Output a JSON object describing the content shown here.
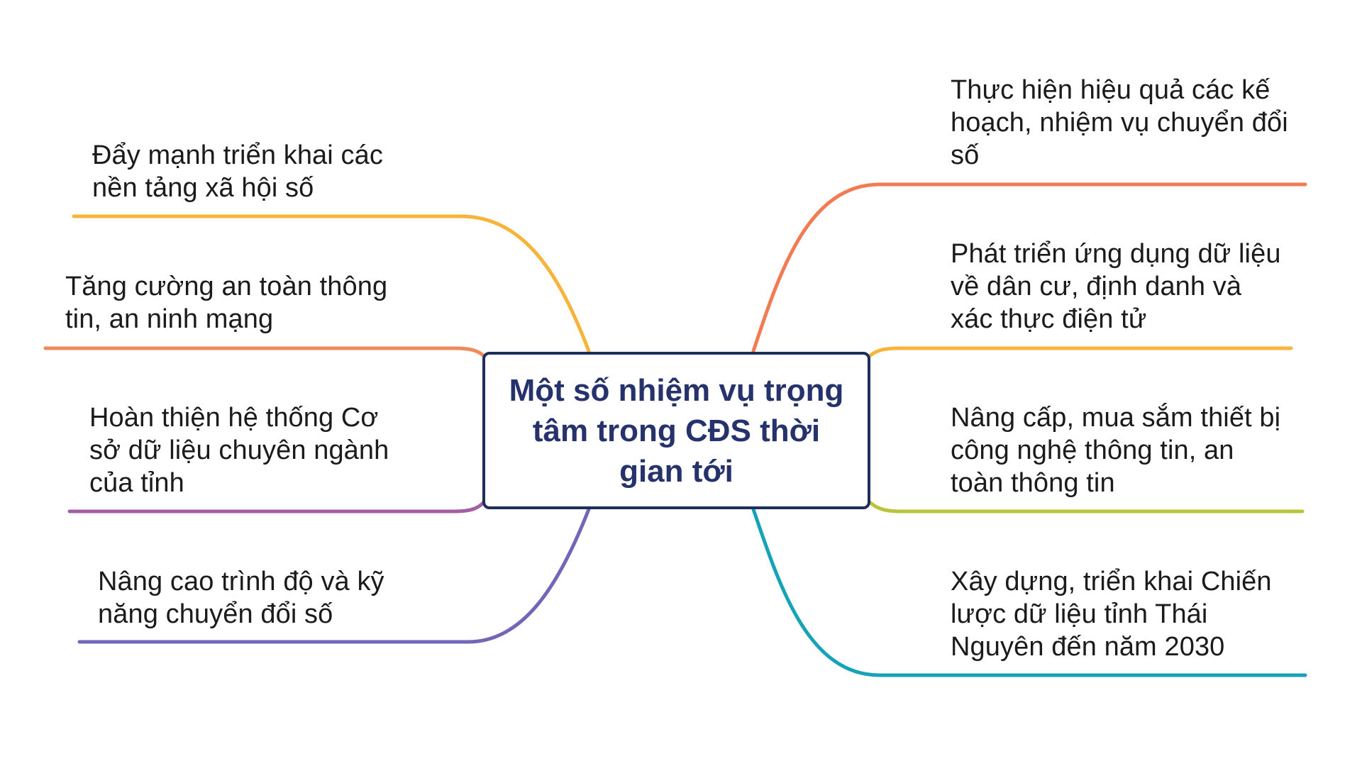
{
  "center": {
    "title": "Một số nhiệm vụ trọng tâm trong CĐS thời gian tới",
    "border_color": "#1f2d5a",
    "text_color": "#26326b"
  },
  "branches": {
    "left_1": {
      "label": "Đẩy mạnh triển khai các nền tảng xã hội số",
      "color": "#f6b43a"
    },
    "left_2": {
      "label": "Tăng cường an toàn thông tin, an ninh mạng",
      "color": "#f08a5a"
    },
    "left_3": {
      "label": "Hoàn thiện hệ thống Cơ sở dữ liệu chuyên ngành của tỉnh",
      "color": "#a35fa6"
    },
    "left_4": {
      "label": "Nâng cao trình độ và kỹ năng chuyển đổi số",
      "color": "#7167b8"
    },
    "right_1": {
      "label": "Thực hiện hiệu quả các kế hoạch, nhiệm vụ chuyển đổi số",
      "color": "#f27b53"
    },
    "right_2": {
      "label": "Phát triển ứng dụng dữ liệu về dân cư, định danh và xác thực điện tử",
      "color": "#f7b53c"
    },
    "right_3": {
      "label": "Nâng cấp, mua sắm thiết bị công nghệ thông tin, an toàn thông tin",
      "color": "#b9c43a"
    },
    "right_4": {
      "label": "Xây dựng, triển khai Chiến lược dữ liệu tỉnh Thái Nguyên đến năm 2030",
      "color": "#16a3b8"
    }
  }
}
